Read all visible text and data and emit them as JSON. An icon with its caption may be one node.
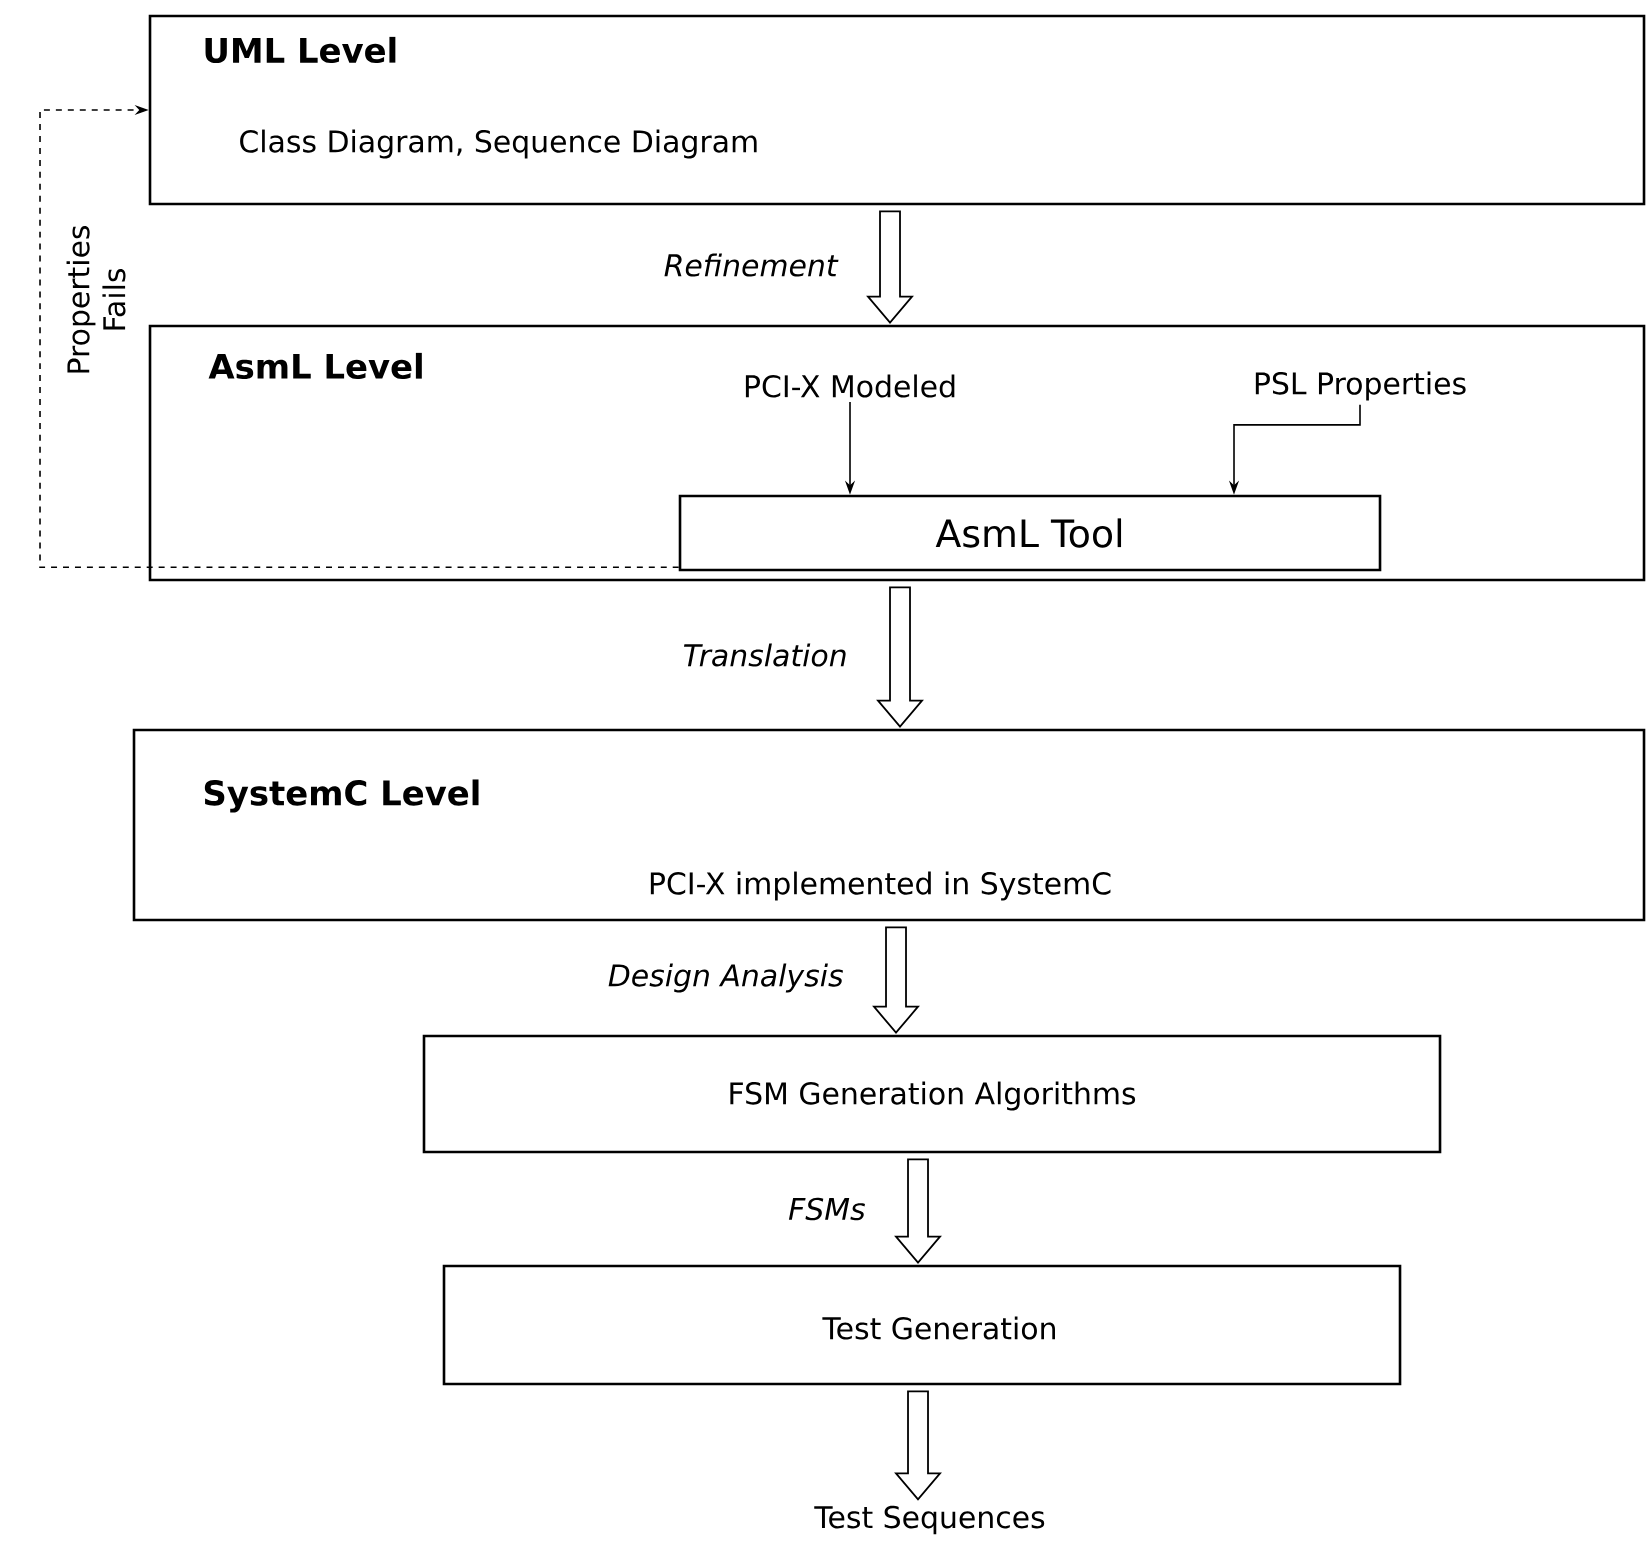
{
  "diagram": {
    "nodes": [
      {
        "text": [
          "UML Level",
          "Class Diagram, Sequence Diagram"
        ]
      },
      {
        "text": [
          "AsmL Level"
        ]
      },
      {
        "text": [
          "PCI-X Modeled"
        ],
        "in": 1
      },
      {
        "text": [
          "PSL Properties"
        ],
        "in": 1
      },
      {
        "text": [
          "AsmL Tool"
        ],
        "in": 1
      },
      {
        "text": [
          "SystemC Level",
          "PCI-X implemented in SystemC"
        ]
      },
      {
        "text": [
          "FSM Generation Algorithms"
        ]
      },
      {
        "text": [
          "Test Generation"
        ]
      },
      {
        "text": [
          "Test Sequences"
        ]
      }
    ],
    "edges": [
      {
        "from": 0,
        "to": 1,
        "arrow": "to",
        "label": "Refinement",
        "style": "thick"
      },
      {
        "from": 2,
        "to": 4,
        "arrow": "to"
      },
      {
        "from": 3,
        "to": 4,
        "arrow": "to"
      },
      {
        "from": 4,
        "to": 0,
        "arrow": "to",
        "label": "Properties Fails",
        "style": "dashed"
      },
      {
        "from": 1,
        "to": 5,
        "arrow": "to",
        "label": "Translation",
        "style": "thick"
      },
      {
        "from": 5,
        "to": 6,
        "arrow": "to",
        "label": "Design Analysis",
        "style": "thick"
      },
      {
        "from": 6,
        "to": 7,
        "arrow": "to",
        "label": "FSMs",
        "style": "thick"
      },
      {
        "from": 7,
        "to": 8,
        "arrow": "to",
        "style": "thick"
      }
    ]
  }
}
